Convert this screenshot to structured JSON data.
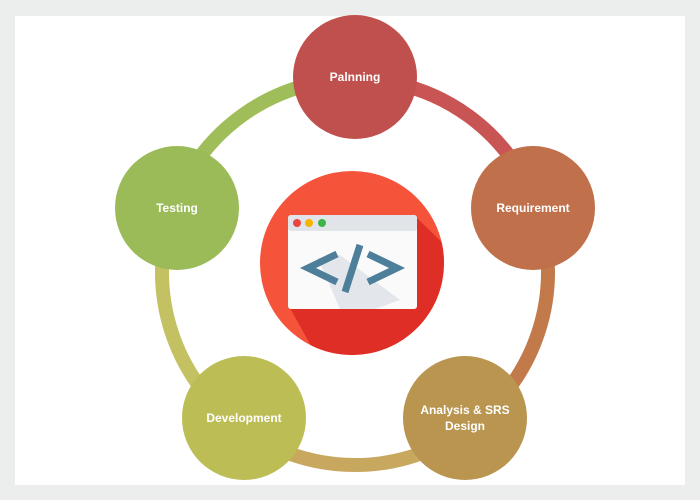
{
  "diagram": {
    "center_icon": "code-window-icon",
    "stages": [
      {
        "label": "Palnning",
        "color": "#c0504d"
      },
      {
        "label": "Requirement",
        "color": "#c0714c"
      },
      {
        "label": "Analysis & SRS Design",
        "color": "#b99550"
      },
      {
        "label": "Development",
        "color": "#bdbd55"
      },
      {
        "label": "Testing",
        "color": "#9bbb59"
      }
    ],
    "connector_colors": [
      "#c85553",
      "#c27a4a",
      "#c8a85e",
      "#c3c162",
      "#9fbd58"
    ]
  }
}
